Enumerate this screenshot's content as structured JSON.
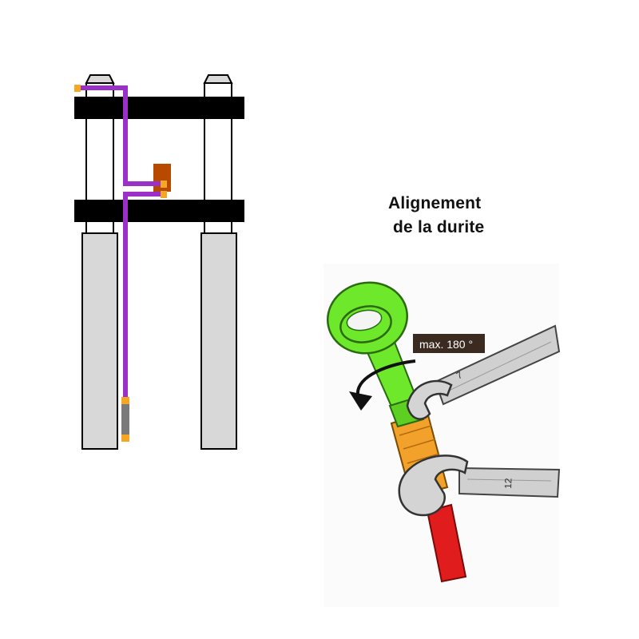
{
  "title": {
    "line1": "Alignement",
    "line2": "de la durite"
  },
  "annotation": {
    "max_angle_label": "max. 180 °"
  },
  "wrenches": {
    "upper_size": "7",
    "lower_size": "12"
  },
  "colors": {
    "fork_clamp": "#000000",
    "fork_tube_inner": "#ffffff",
    "fork_slider": "#d8d8d8",
    "brake_line": "#9b30c8",
    "fitting_orange": "#f5a623",
    "junction_block": "#b84a00",
    "banjo_green": "#6ee82a",
    "hose_orange": "#f2a12a",
    "hose_red": "#e01c1c",
    "wrench_grey": "#d0d0d0",
    "label_bg": "#3a2a20"
  },
  "icons": {
    "rotation": "curved-rotation-arrow-icon"
  }
}
